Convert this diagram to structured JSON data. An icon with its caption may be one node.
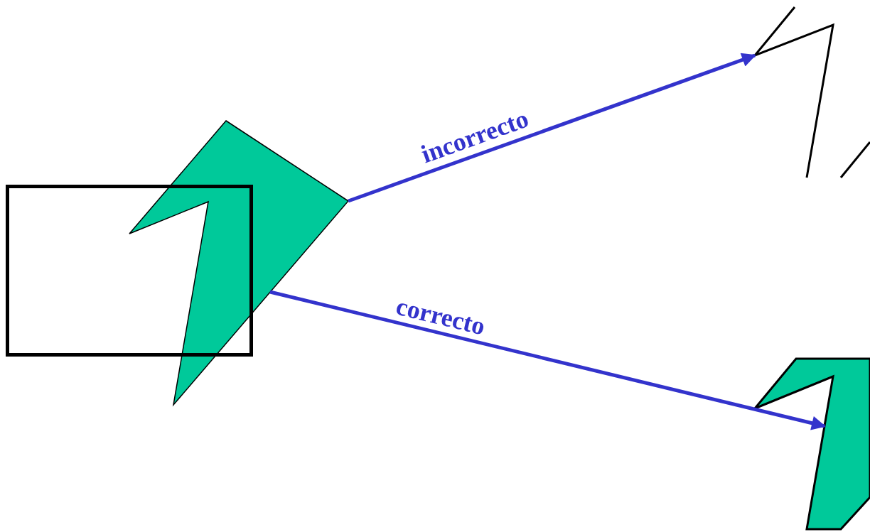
{
  "diagram": {
    "nodes": [
      {
        "text": [],
        "shape": "box"
      },
      {
        "text": [],
        "shape": "picture"
      },
      {
        "text": [],
        "shape": "picture"
      },
      {
        "text": [],
        "shape": "picture"
      }
    ],
    "edges": [
      {
        "from": 1,
        "to": 2,
        "arrow": "to",
        "label": "incorrecto"
      },
      {
        "from": 1,
        "to": 3,
        "arrow": "to",
        "label": "correcto"
      }
    ]
  }
}
